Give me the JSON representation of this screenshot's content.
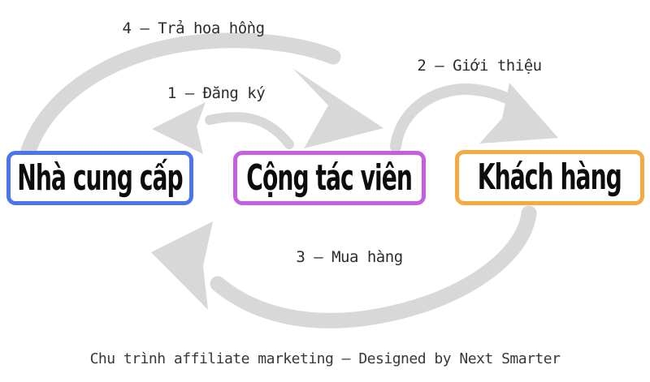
{
  "diagram": {
    "caption": "Chu trình affiliate marketing — Designed by Next Smarter",
    "arrow_color": "#d8d8d8",
    "background_color": "#ffffff",
    "nodes": [
      {
        "id": "supplier",
        "label": "Nhà cung cấp",
        "border_color": "#4b74ee"
      },
      {
        "id": "collaborator",
        "label": "Cộng tác viên",
        "border_color": "#c45fe3"
      },
      {
        "id": "customer",
        "label": "Khách hàng",
        "border_color": "#f5a940"
      }
    ],
    "arrows": [
      {
        "step": 1,
        "label": "1 — Đăng ký",
        "from": "Cộng tác viên",
        "to": "Nhà cung cấp"
      },
      {
        "step": 2,
        "label": "2 — Giới thiệu",
        "from": "Cộng tác viên",
        "to": "Khách hàng"
      },
      {
        "step": 3,
        "label": "3 — Mua hàng",
        "from": "Khách hàng",
        "to": "Nhà cung cấp"
      },
      {
        "step": 4,
        "label": "4 — Trả hoa hồng",
        "from": "Nhà cung cấp",
        "to": "Cộng tác viên"
      }
    ]
  }
}
